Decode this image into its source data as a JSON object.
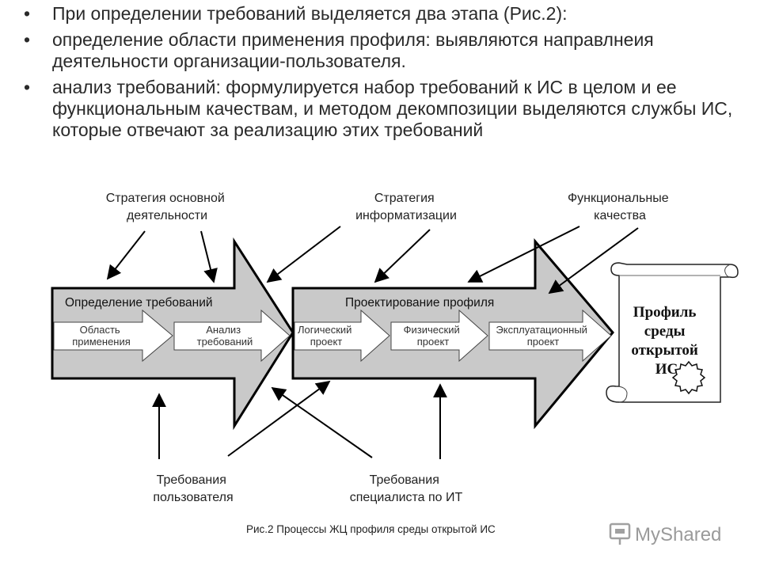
{
  "bullets": [
    "При определении требований выделяется два этапа (Рис.2):",
    "определение области применения профиля: выявляются направлнеия деятельности организации-пользователя.",
    "анализ требований: формулируется набор требований к ИС в целом и ее функциональным качествам, и методом декомпозиции выделяются службы ИС, которые отвечают за реализацию этих требований"
  ],
  "top_labels": {
    "strategy_main": [
      "Стратегия основной",
      "деятельности"
    ],
    "strategy_info": [
      "Стратегия",
      "информатизации"
    ],
    "functional": [
      "Функциональные",
      "качества"
    ]
  },
  "stage1": {
    "title": "Определение требований",
    "steps": [
      [
        "Область",
        "применения"
      ],
      [
        "Анализ",
        "требований"
      ]
    ]
  },
  "stage2": {
    "title": "Проектирование профиля",
    "steps": [
      [
        "Логический",
        "проект"
      ],
      [
        "Физический",
        "проект"
      ],
      [
        "Эксплуатационный",
        "проект"
      ]
    ]
  },
  "scroll": [
    "Профиль",
    "среды",
    "открытой",
    "ИС"
  ],
  "bottom_labels": {
    "user_req": [
      "Требования",
      "пользователя"
    ],
    "it_req": [
      "Требования",
      "специалиста по ИТ"
    ]
  },
  "caption": "Рис.2 Процессы ЖЦ профиля среды открытой ИС",
  "watermark": "MyShared",
  "colors": {
    "arrow_fill": "#c9c9c9",
    "stroke": "#000000",
    "inner": "#ffffff"
  }
}
